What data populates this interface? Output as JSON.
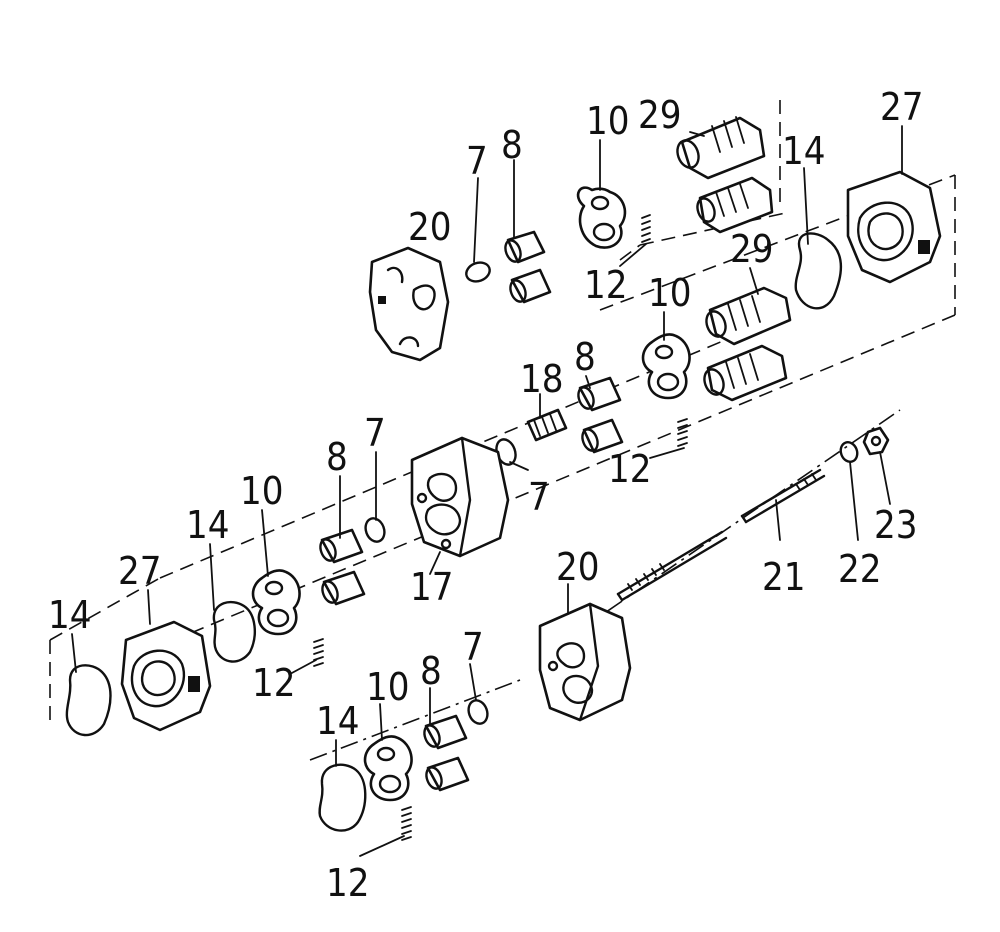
{
  "diagram": {
    "labels": {
      "p7a": "7",
      "p8a": "8",
      "p10a": "10",
      "p29a": "29",
      "p27a": "27",
      "p20a": "20",
      "p14a": "14",
      "p12a": "12",
      "p29b": "29",
      "p10b": "10",
      "p8b": "8",
      "p18": "18",
      "p12b": "12",
      "p7b": "7",
      "p8c": "8",
      "p7c": "7",
      "p10c": "10",
      "p14b": "14",
      "p27b": "27",
      "p14c": "14",
      "p17": "17",
      "p20b": "20",
      "p21": "21",
      "p22": "22",
      "p23": "23",
      "p12c": "12",
      "p14d": "14",
      "p10d": "10",
      "p8d": "8",
      "p7d": "7",
      "p12d": "12"
    }
  }
}
